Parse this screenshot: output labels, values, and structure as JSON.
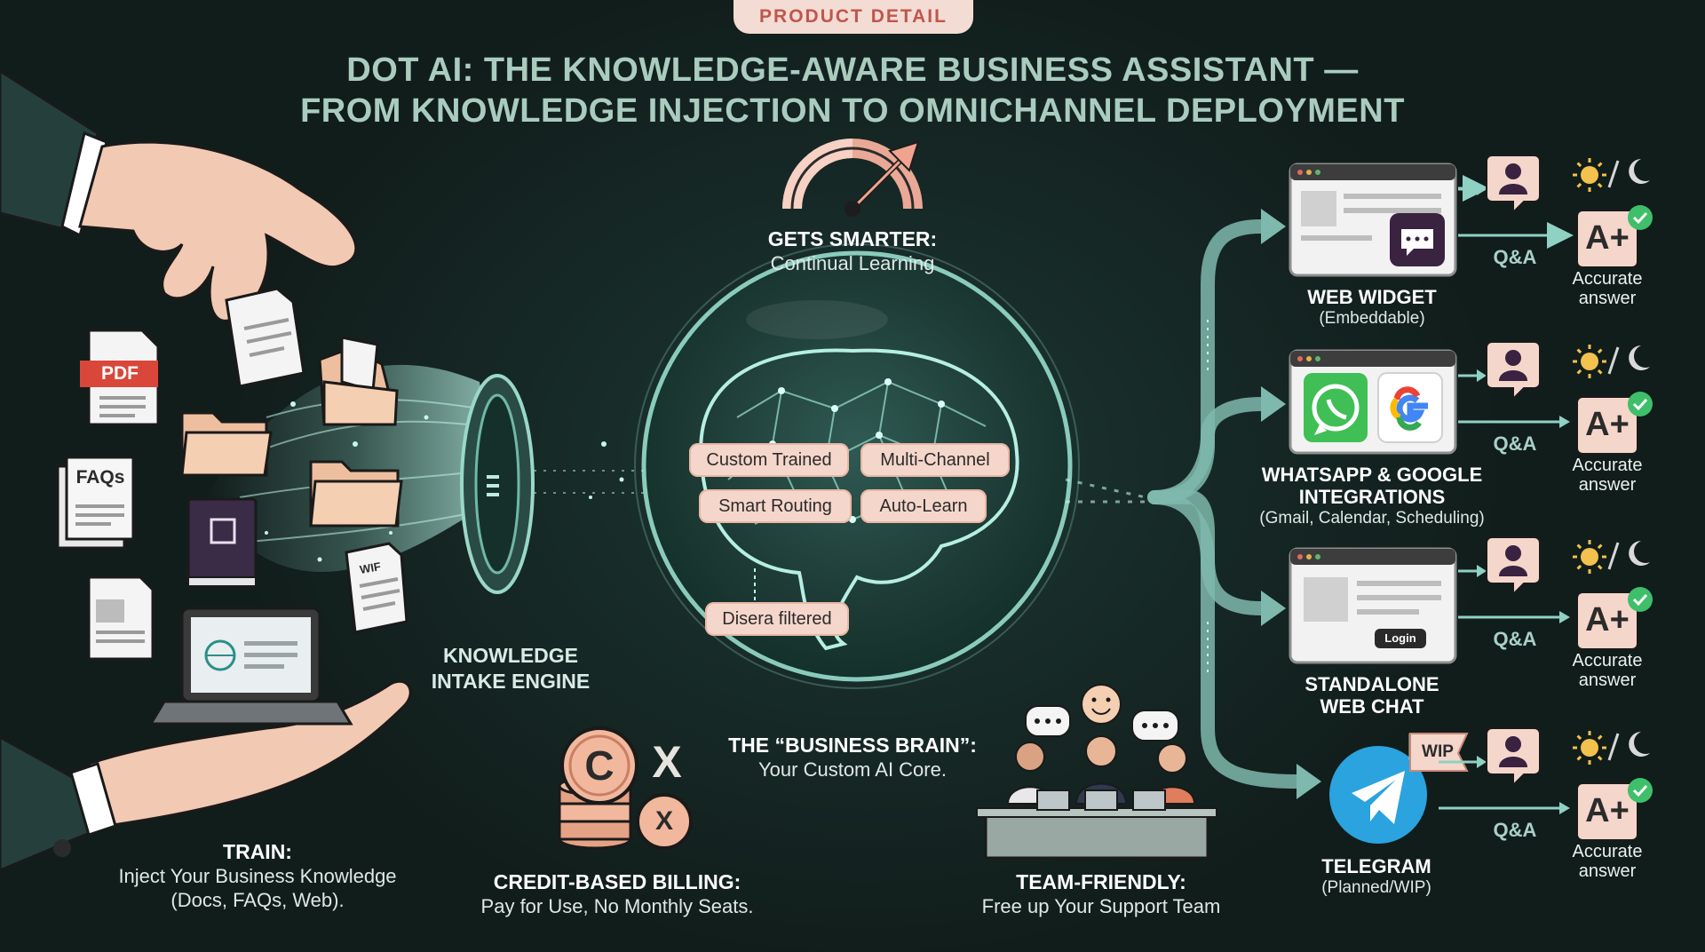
{
  "header": {
    "tag": "PRODUCT DETAIL",
    "title_line1": "DOT AI: THE KNOWLEDGE-AWARE BUSINESS ASSISTANT —",
    "title_line2": "FROM KNOWLEDGE INJECTION TO OMNICHANNEL DEPLOYMENT"
  },
  "docs": {
    "pdf": "PDF",
    "faqs": "FAQs",
    "wif": "WIF"
  },
  "train": {
    "title": "TRAIN:",
    "line1": "Inject Your Business Knowledge",
    "line2": "(Docs, FAQs, Web)."
  },
  "intake": {
    "line1": "KNOWLEDGE",
    "line2": "INTAKE ENGINE"
  },
  "smarter": {
    "title": "GETS SMARTER:",
    "subtitle": "Continual Learning"
  },
  "brain": {
    "pills": [
      "Custom Trained",
      "Multi-Channel",
      "Smart Routing",
      "Auto-Learn"
    ],
    "filter": "Disera filtered",
    "title": "THE “BUSINESS BRAIN”:",
    "subtitle": "Your Custom AI Core."
  },
  "billing": {
    "coin_letter": "C",
    "x_mark": "X",
    "title": "CREDIT-BASED BILLING:",
    "subtitle": "Pay for Use, No Monthly Seats."
  },
  "team": {
    "title": "TEAM-FRIENDLY:",
    "subtitle": "Free up Your Support Team"
  },
  "channels": [
    {
      "line1": "WEB WIDGET",
      "line2": "",
      "sub": "(Embeddable)"
    },
    {
      "line1": "WHATSAPP & GOOGLE",
      "line2": "INTEGRATIONS",
      "sub": "(Gmail, Calendar, Scheduling)"
    },
    {
      "line1": "STANDALONE",
      "line2": "WEB CHAT",
      "sub": ""
    },
    {
      "line1": "TELEGRAM",
      "line2": "",
      "sub": "(Planned/WIP)"
    }
  ],
  "login_label": "Login",
  "wip_label": "WIP",
  "qa_label": "Q&A",
  "grade": "A+",
  "accurate": {
    "line1": "Accurate",
    "line2": "answer"
  },
  "colors": {
    "background": "#13221f",
    "accent_teal": "#8fd1c3",
    "peach": "#f5d6cb",
    "title": "#a9ccbf",
    "check_green": "#3fbf6a"
  }
}
